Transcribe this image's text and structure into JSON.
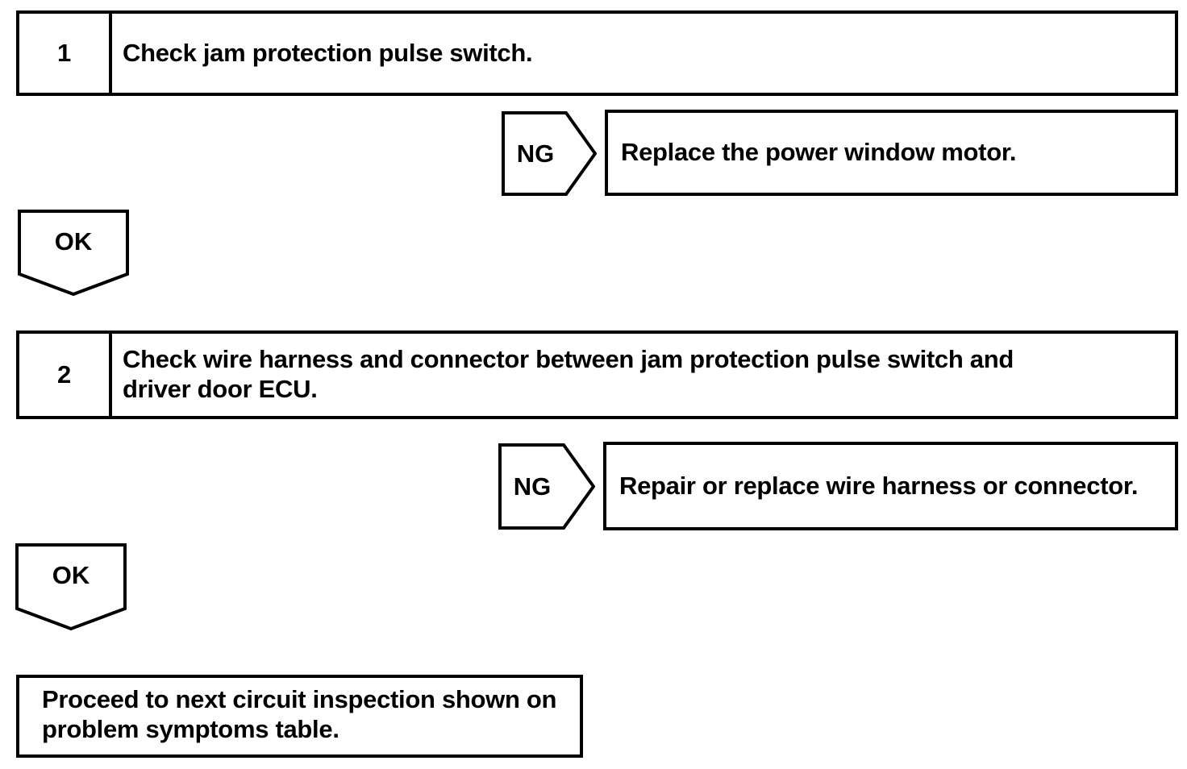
{
  "flowchart": {
    "colors": {
      "line": "#000000",
      "background": "#ffffff",
      "text": "#000000"
    },
    "steps": [
      {
        "number": "1",
        "instruction_lines": [
          "Check jam protection pulse switch."
        ],
        "ng": {
          "label": "NG",
          "action_lines": [
            "Replace the power window motor."
          ]
        },
        "ok_label": "OK"
      },
      {
        "number": "2",
        "instruction_lines": [
          "Check wire harness and connector between jam protection pulse switch and",
          "driver door ECU."
        ],
        "ng": {
          "label": "NG",
          "action_lines": [
            "Repair or replace wire harness or connector."
          ]
        },
        "ok_label": "OK"
      }
    ],
    "terminal": {
      "text_lines": [
        "Proceed to next circuit inspection shown on",
        "problem symptoms table."
      ]
    }
  }
}
